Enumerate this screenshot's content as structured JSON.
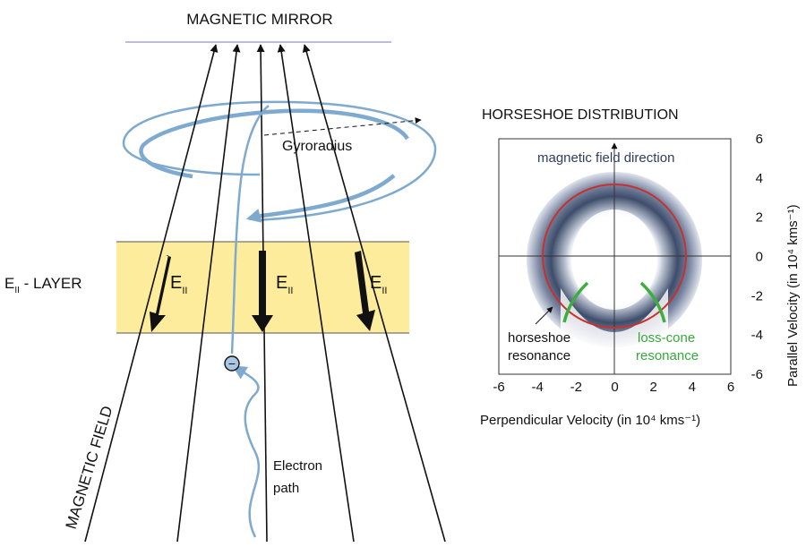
{
  "left_diagram": {
    "mirror_label": "MAGNETIC MIRROR",
    "gyroradius_label": "Gyroradius",
    "layer_label_main": "E",
    "layer_label_sub": "II",
    "layer_label_suffix": " - LAYER",
    "field_arrow_main": "E",
    "field_arrow_sub": "II",
    "electron_symbol": "−",
    "electron_path_label_line1": "Electron",
    "electron_path_label_line2": "path",
    "magnetic_field_label": "MAGNETIC FIELD"
  },
  "right_plot": {
    "title": "HORSESHOE DISTRIBUTION",
    "field_direction_label": "magnetic field direction",
    "horseshoe_label_line1": "horseshoe",
    "horseshoe_label_line2": "resonance",
    "losscone_label_line1": "loss-cone",
    "losscone_label_line2": "resonance",
    "x_axis_label": "Perpendicular Velocity (in 10⁴ kms⁻¹)",
    "y_axis_label": "Parallel Velocity  (in 10⁴ kms⁻¹)",
    "x_ticks": [
      "-6",
      "-4",
      "-2",
      "0",
      "2",
      "4",
      "6"
    ],
    "y_ticks": [
      "6",
      "4",
      "2",
      "0",
      "-2",
      "-4",
      "-6"
    ],
    "x_range": [
      -6,
      6
    ],
    "y_range": [
      -6,
      6
    ],
    "resonance_circle_radius": 3.7
  },
  "colors": {
    "field_lines": "#111111",
    "mirror_line": "#a9a6cf",
    "electron_path": "#7faad0",
    "layer_fill": "#fcec9c",
    "resonance_circle": "#c8312c",
    "loss_cone": "#3cae3c",
    "loss_cone_text": "#36a83b",
    "distribution_dark": "#2c3d5c",
    "distribution_light": "#a9b2c6"
  }
}
